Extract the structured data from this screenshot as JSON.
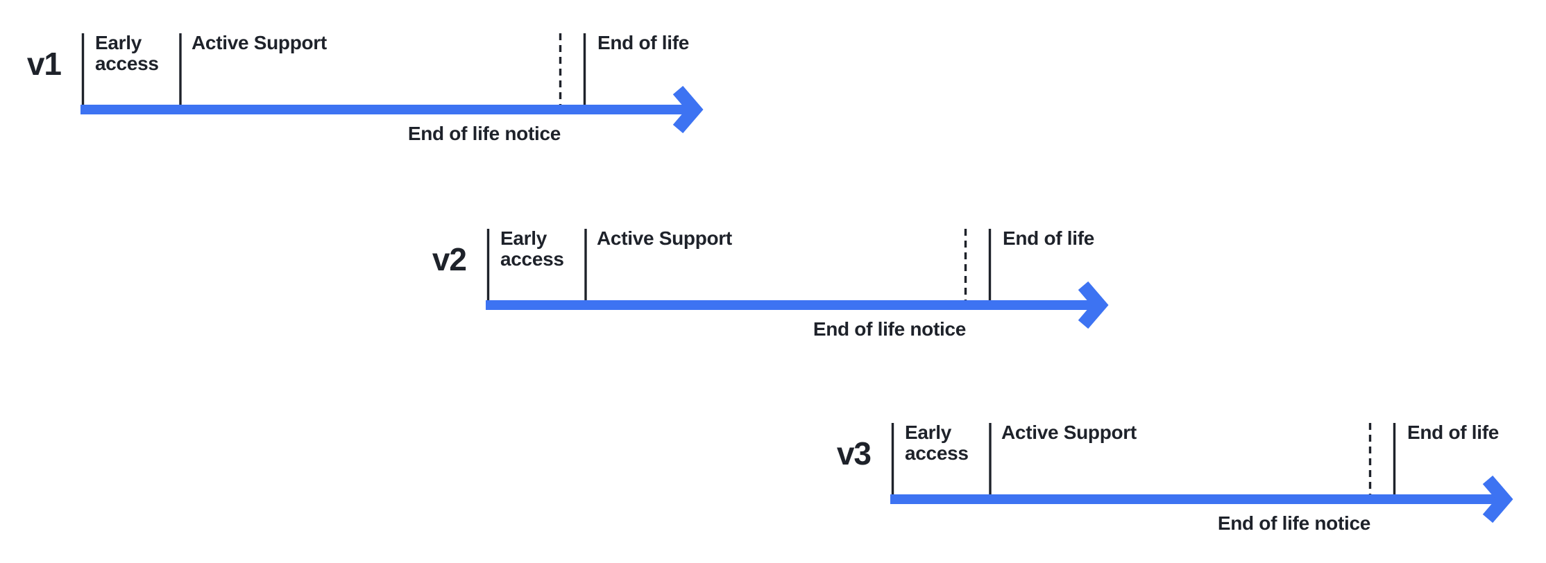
{
  "diagram": {
    "colors": {
      "arrow": "#3D73F2",
      "line": "#1E222A",
      "text": "#1E222A",
      "background": "#FFFFFF"
    },
    "timelines": [
      {
        "version": "v1",
        "phases": {
          "early_access": "Early access",
          "active_support": "Active Support",
          "end_of_life": "End of life"
        },
        "notice": "End of life notice"
      },
      {
        "version": "v2",
        "phases": {
          "early_access": "Early access",
          "active_support": "Active Support",
          "end_of_life": "End of life"
        },
        "notice": "End of life notice"
      },
      {
        "version": "v3",
        "phases": {
          "early_access": "Early access",
          "active_support": "Active Support",
          "end_of_life": "End of life"
        },
        "notice": "End of life notice"
      }
    ]
  }
}
